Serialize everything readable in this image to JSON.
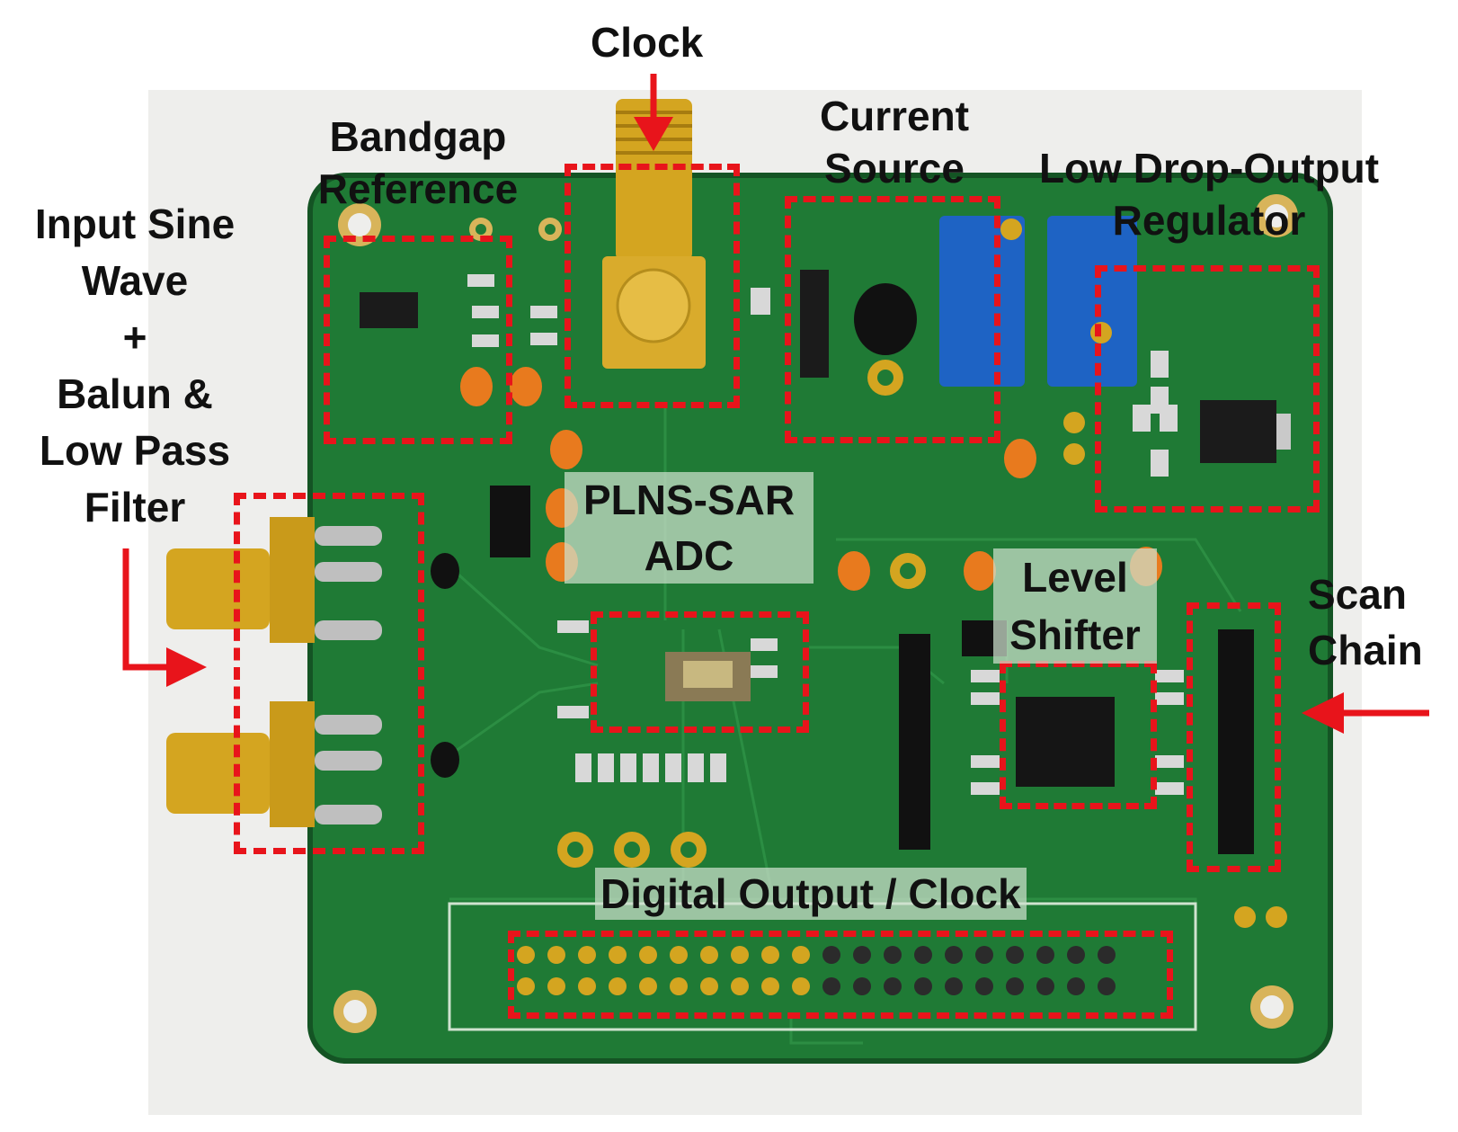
{
  "figure": {
    "labels": {
      "clock_top": "Clock",
      "bandgap_line1": "Bandgap",
      "bandgap_line2": "Reference",
      "current_line1": "Current",
      "current_line2": "Source",
      "ldo_line1": "Low Drop-Output",
      "ldo_line2": "Regulator",
      "input_line1": "Input Sine",
      "input_line2": "Wave",
      "input_line3": "+",
      "input_line4": "Balun &",
      "input_line5": "Low Pass",
      "input_line6": "Filter",
      "adc_line1": "PLNS-SAR",
      "adc_line2": "ADC",
      "level_line1": "Level",
      "level_line2": "Shifter",
      "scan_line1": "Scan",
      "scan_line2": "Chain",
      "digital_output": "Digital Output / Clock"
    },
    "colors": {
      "annotation_red": "#e8141b",
      "pcb_green": "#1f7a35",
      "pcb_dark_green": "#155a26",
      "gold": "#d4a520",
      "background": "#f2f2f0"
    }
  }
}
